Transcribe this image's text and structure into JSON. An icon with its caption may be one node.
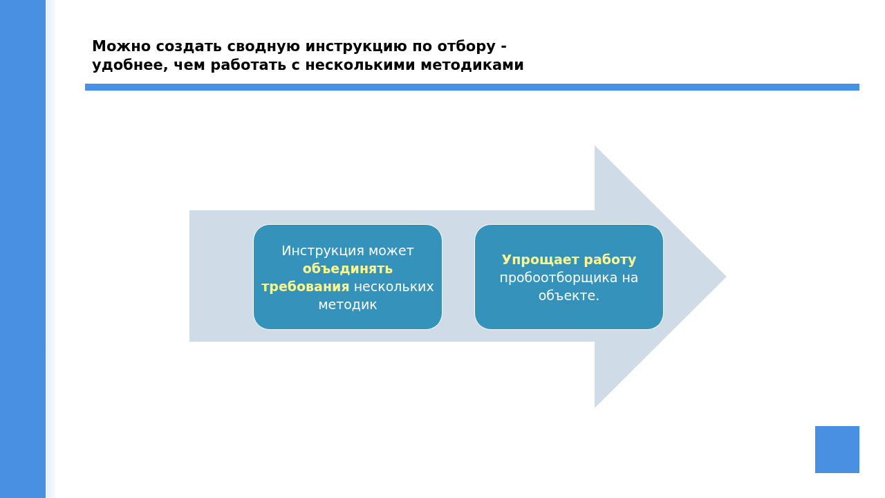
{
  "diagram": {
    "title": "Можно создать сводную инструкцию по отбору - удобнее, чем работать с несколькими методиками",
    "nodes": [
      {
        "text": [],
        "shape": "arrow"
      },
      {
        "text": [
          "Инструкция может **объединять требования** нескольких методик"
        ],
        "in": 0
      },
      {
        "text": [
          "**Упрощает работу** пробоотборщика на объекте."
        ],
        "in": 0
      }
    ]
  }
}
